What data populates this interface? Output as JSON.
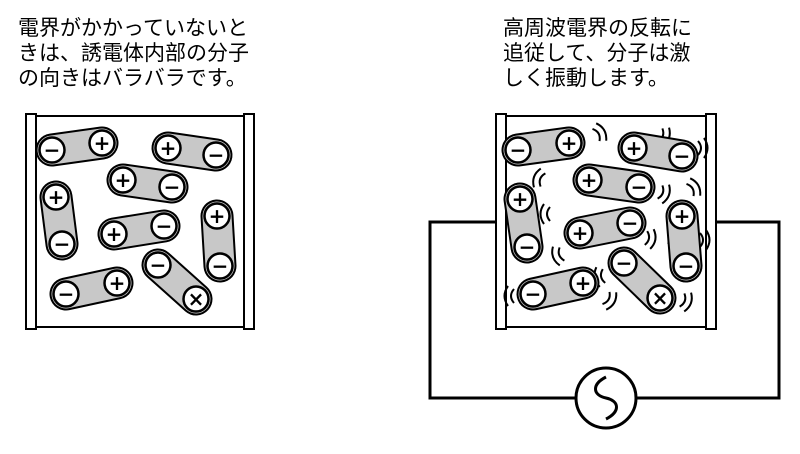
{
  "left_caption": [
    "電界がかかっていないと",
    "きは、誘電体内部の分子",
    "の向きはバラバラです。"
  ],
  "right_caption": [
    "高周波電界の反転に",
    "追従して、分子は激",
    "しく振動します。"
  ],
  "pole_symbols": {
    "plus": "+",
    "minus": "−",
    "cross": "×"
  },
  "colors": {
    "line": "#000000",
    "molecule_fill": "#c8c8c8",
    "pole_fill": "#ffffff",
    "background": "#ffffff"
  },
  "components": [
    "parallel-plate-electrodes",
    "dipole-molecules",
    "ac-power-source-icon",
    "vibration-marks"
  ]
}
